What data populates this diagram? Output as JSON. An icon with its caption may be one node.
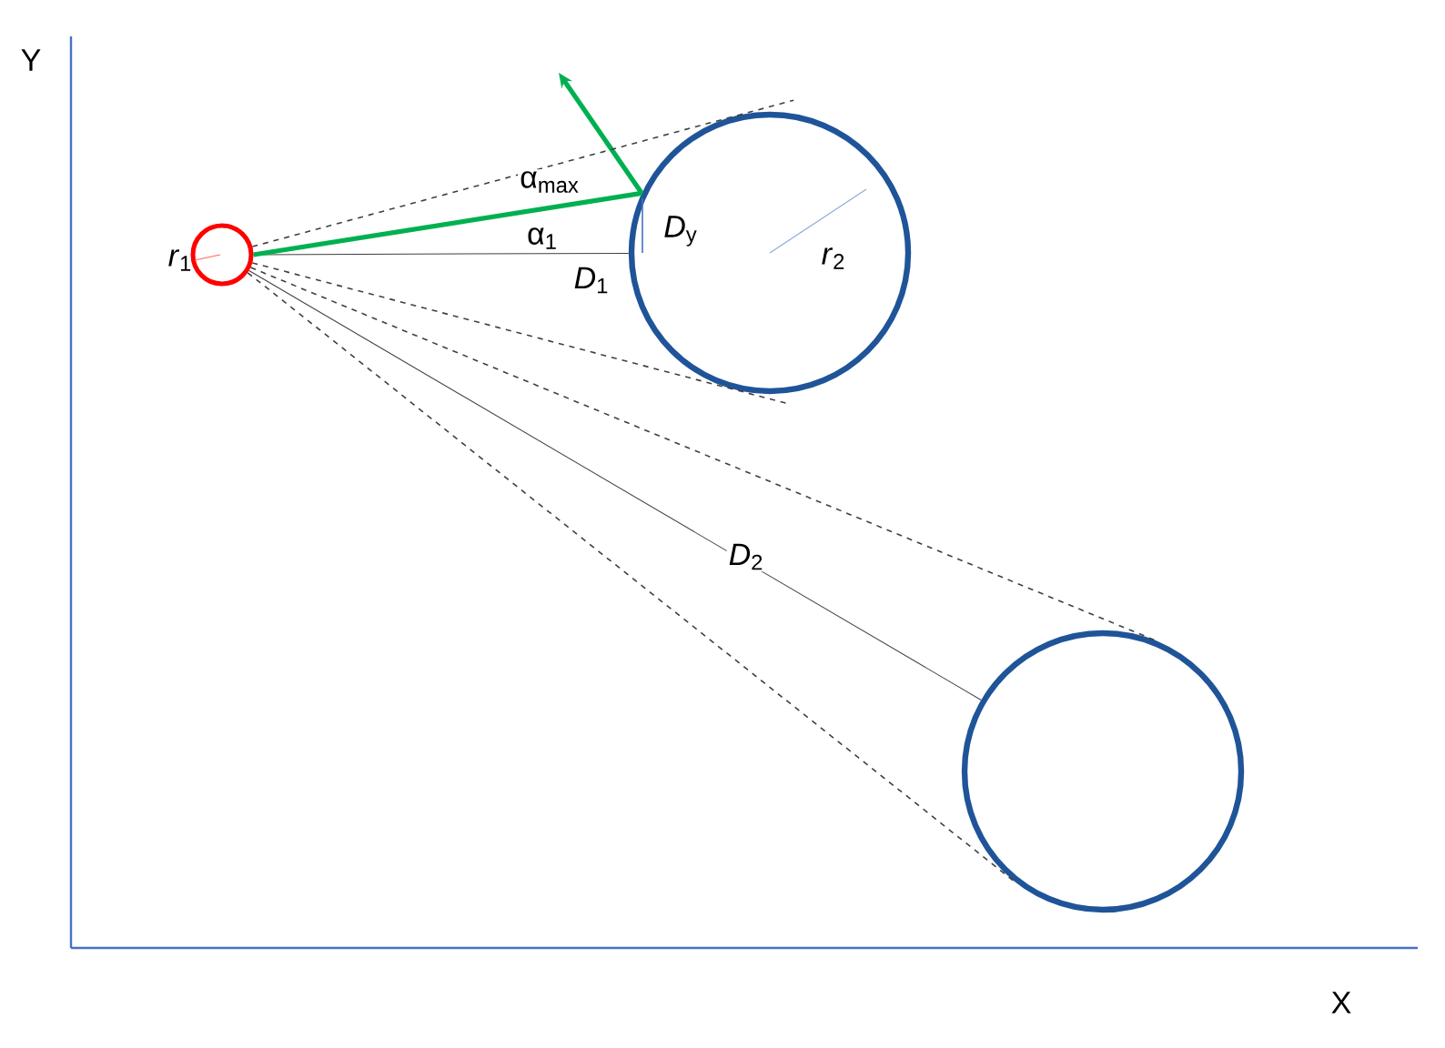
{
  "diagram": {
    "nodes": [
      {
        "text": [],
        "shape": "circle",
        "beside": [
          "*r*$_{1}$"
        ]
      },
      {
        "text": [],
        "shape": "circle"
      },
      {
        "text": [],
        "shape": "circle"
      }
    ],
    "edges": [
      {
        "from": 0,
        "to": 1,
        "arrow": "none",
        "label": "*D*$_{1}$"
      },
      {
        "from": 0,
        "to": 2,
        "arrow": "none",
        "label": "*D*$_{2}$"
      },
      {
        "from": 0,
        "to": 1,
        "arrow": "none",
        "label": "α$_{max}$",
        "style": "thick",
        "color": "#00b050"
      },
      {
        "from": 1,
        "to": null,
        "arrow": "to",
        "style": "thick",
        "color": "#00b050"
      },
      {
        "from": 0,
        "to": 1,
        "arrow": "none",
        "style": "dashed"
      },
      {
        "from": 0,
        "to": 1,
        "arrow": "none",
        "style": "dashed"
      },
      {
        "from": 0,
        "to": 2,
        "arrow": "none",
        "style": "dashed"
      },
      {
        "from": 0,
        "to": 2,
        "arrow": "none",
        "style": "dashed"
      }
    ],
    "labels": [
      "Y",
      "X",
      "α$_{1}$",
      "*D*$_{y}$",
      "*r*$_{2}$"
    ]
  }
}
